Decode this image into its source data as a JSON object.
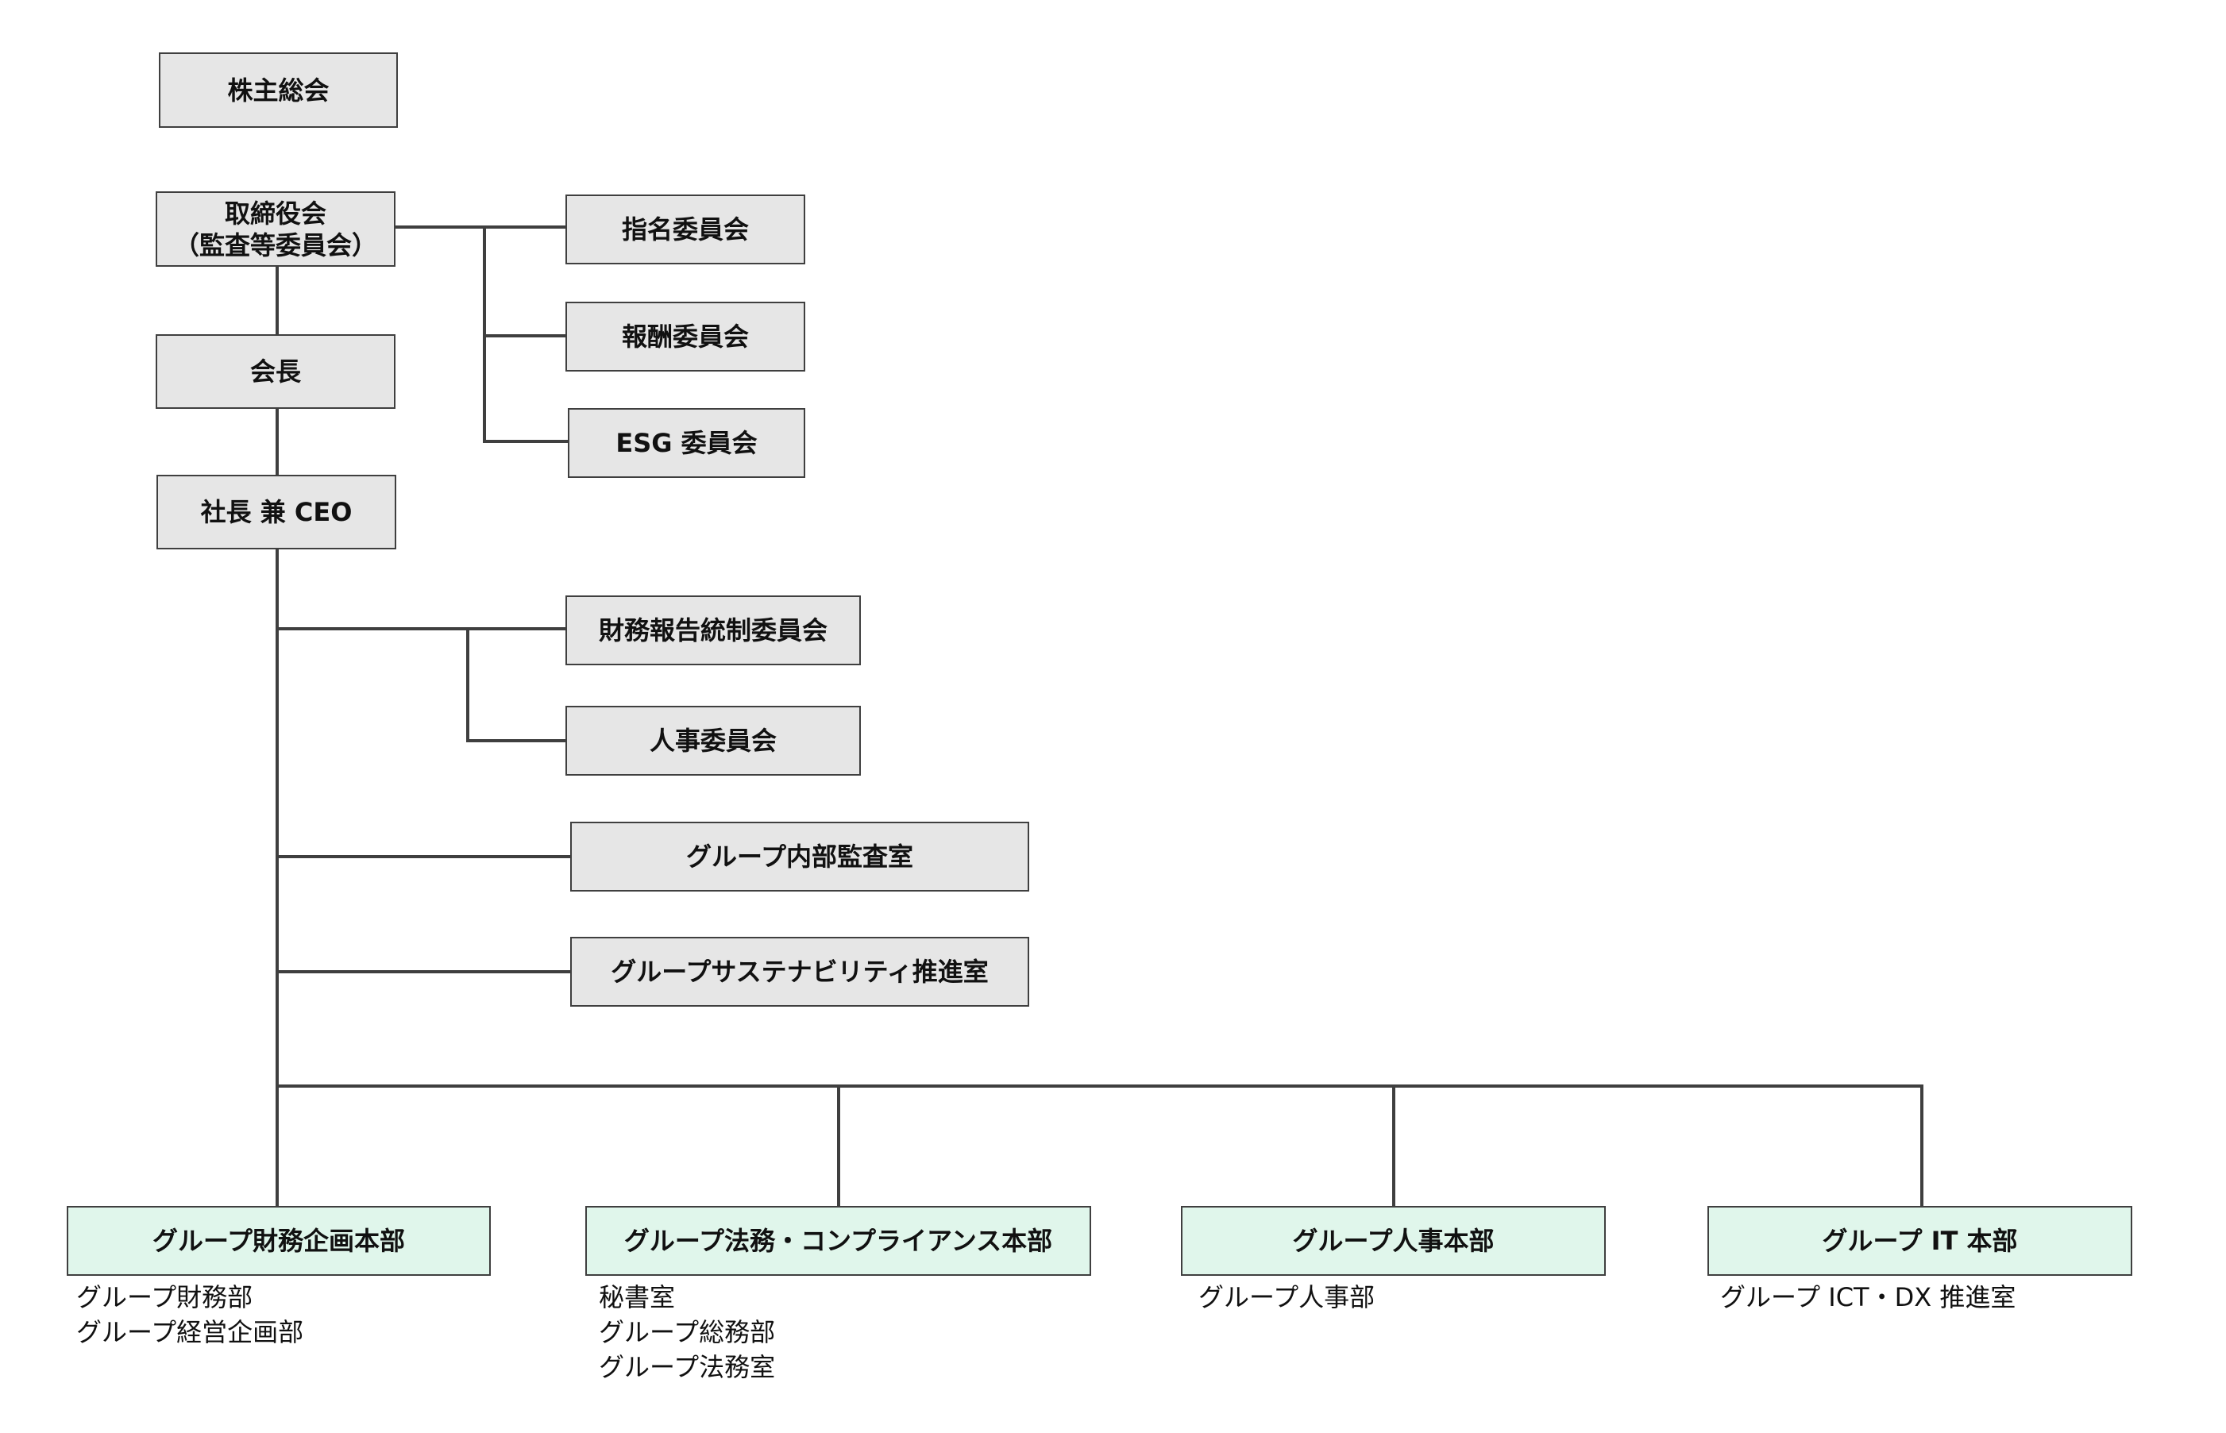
{
  "org": {
    "shareholders": "株主総会",
    "board_line1": "取締役会",
    "board_line2": "（監査等委員会）",
    "chairman": "会長",
    "president": "社長 兼 CEO",
    "board_committees": [
      "指名委員会",
      "報酬委員会",
      "ESG 委員会"
    ],
    "exec_committees": [
      "財務報告統制委員会",
      "人事委員会"
    ],
    "offices": [
      "グループ内部監査室",
      "グループサステナビリティ推進室"
    ],
    "divisions": [
      {
        "name": "グループ財務企画本部",
        "units": [
          "グループ財務部",
          "グループ経営企画部"
        ]
      },
      {
        "name": "グループ法務・コンプライアンス本部",
        "units": [
          "秘書室",
          "グループ総務部",
          "グループ法務室"
        ]
      },
      {
        "name": "グループ人事本部",
        "units": [
          "グループ人事部"
        ]
      },
      {
        "name": "グループ IT 本部",
        "units": [
          "グループ ICT・DX 推進室"
        ]
      }
    ]
  },
  "colors": {
    "node_fill": "#e6e6e6",
    "division_fill": "#e0f6eb",
    "line": "#3f3f3f"
  }
}
